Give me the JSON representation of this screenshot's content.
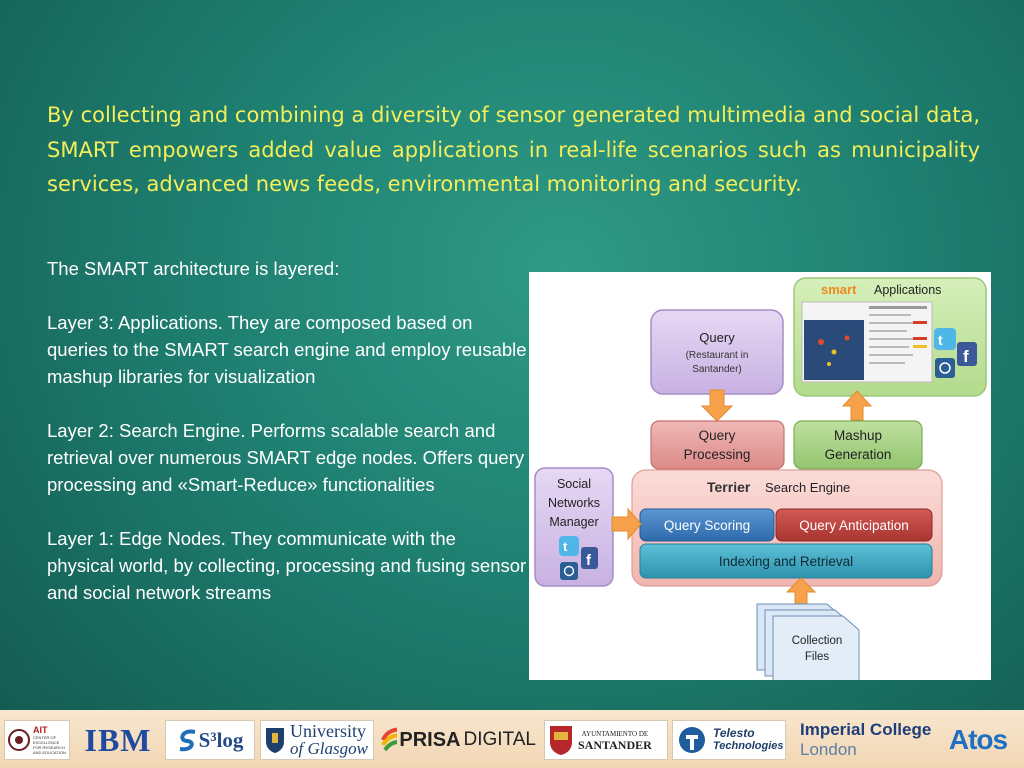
{
  "intro": "By collecting and combining a diversity of sensor generated multimedia and social data, SMART empowers added value applications in real-life scenarios such as municipality services, advanced news feeds, environmental monitoring and security.",
  "body": {
    "heading": "The SMART architecture is layered:",
    "layer3": "Layer 3: Applications. They are composed based on queries to the SMART search engine and employ reusable mashup libraries for visualization",
    "layer2": "Layer 2: Search Engine. Performs scalable search and retrieval over numerous SMART edge nodes. Offers query processing and «Smart-Reduce» functionalities",
    "layer1": "Layer 1: Edge Nodes. They communicate with the physical world, by collecting, processing and fusing sensor and social network streams"
  },
  "diagram": {
    "apps_brand": "smart",
    "apps_title": "Applications",
    "query_title": "Query",
    "query_sub1": "(Restaurant in",
    "query_sub2": "Santander)",
    "qp_line1": "Query",
    "qp_line2": "Processing",
    "mg_line1": "Mashup",
    "mg_line2": "Generation",
    "snm_line1": "Social",
    "snm_line2": "Networks",
    "snm_line3": "Manager",
    "terrier": "Terrier",
    "search_engine": "Search Engine",
    "query_scoring": "Query Scoring",
    "query_anticipation": "Query Anticipation",
    "indexing": "Indexing and Retrieval",
    "cf_line1": "Collection",
    "cf_line2": "Files",
    "colors": {
      "apps": "#c6e5a6",
      "query": "#d9c6ec",
      "query_processing": "#e7a3a1",
      "mashup": "#a9d48a",
      "search_engine": "#f6c9c5",
      "query_scoring": "#3f7fc0",
      "query_anticipation": "#c0403c",
      "indexing": "#3aa7c2",
      "arrow": "#f5a24b"
    }
  },
  "logos": {
    "ait_name": "AIT",
    "ait_sub": "CENTER OF EXCELLENCE FOR RESEARCH AND EDUCATION",
    "ibm": "IBM",
    "s3log": "S³log",
    "glasgow1": "University",
    "glasgow2": "of Glasgow",
    "prisa1": "PRISA",
    "prisa2": "DIGITAL",
    "santander1": "AYUNTAMIENTO DE",
    "santander2": "SANTANDER",
    "telesto1": "Telesto",
    "telesto2": "Technologies",
    "imperial1": "Imperial College",
    "imperial2": "London",
    "atos": "Atos"
  }
}
